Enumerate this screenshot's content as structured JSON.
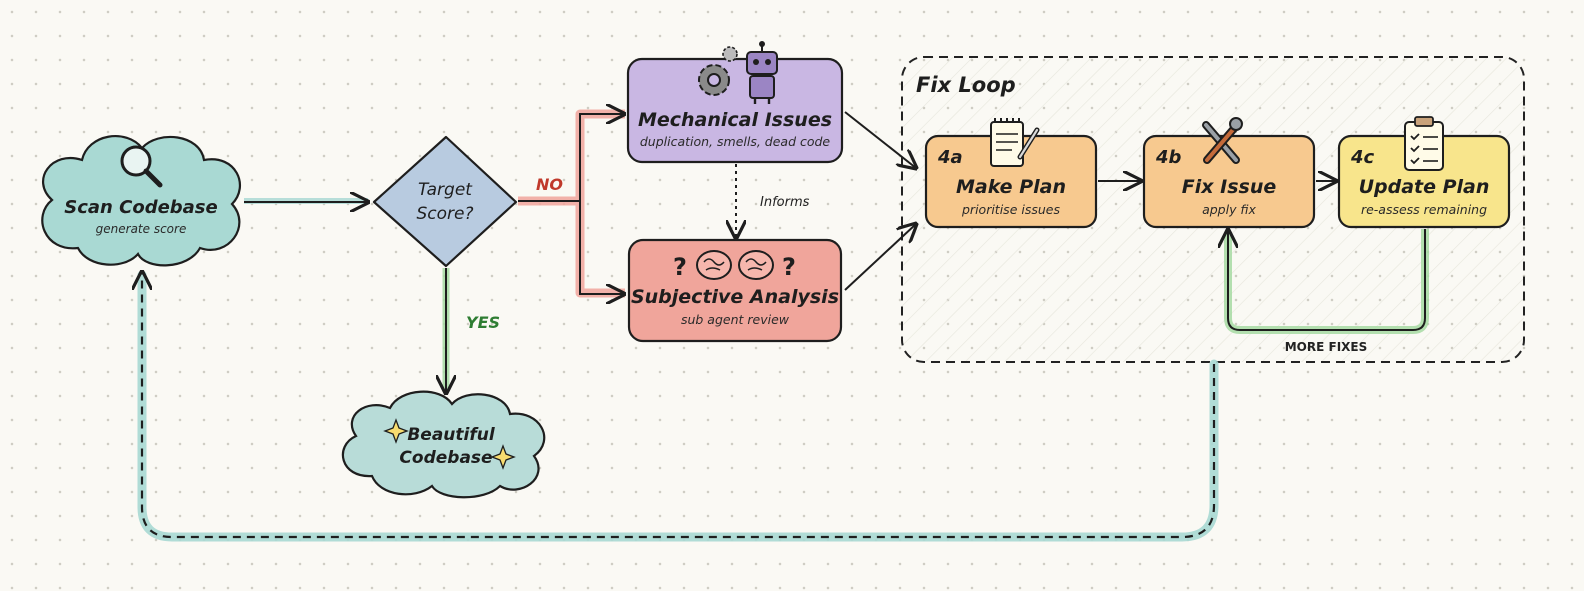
{
  "colors": {
    "cloud_teal": "#a9d9d3",
    "diamond_blue": "#b8cbe0",
    "purple": "#c9b7e3",
    "red": "#f0a59b",
    "orange": "#f7c98f",
    "yellow": "#f8e58c",
    "no_red": "#c0392b",
    "yes_green": "#2e7d32",
    "loop_teal": "#a7d8d3",
    "green_highlight": "#a6dba2"
  },
  "nodes": {
    "scan": {
      "title": "Scan Codebase",
      "subtitle": "generate score",
      "icon": "magnifier-icon"
    },
    "decision": {
      "line1": "Target",
      "line2": "Score?"
    },
    "mechanical": {
      "title": "Mechanical Issues",
      "subtitle": "duplication, smells, dead code",
      "icon": "gear-robot-icon"
    },
    "subjective": {
      "title": "Subjective Analysis",
      "subtitle": "sub agent review",
      "icon": "brain-question-icon"
    },
    "beautiful": {
      "line1": "Beautiful",
      "line2": "Codebase",
      "icon": "sparkle-icon"
    }
  },
  "edges": {
    "no_label": "NO",
    "yes_label": "YES",
    "informs_label": "Informs",
    "more_fixes_label": "MORE FIXES"
  },
  "fix_loop": {
    "title": "Fix Loop",
    "steps": [
      {
        "num": "4a",
        "title": "Make Plan",
        "subtitle": "prioritise issues",
        "icon": "notepad-icon"
      },
      {
        "num": "4b",
        "title": "Fix Issue",
        "subtitle": "apply fix",
        "icon": "tools-icon"
      },
      {
        "num": "4c",
        "title": "Update Plan",
        "subtitle": "re-assess remaining",
        "icon": "clipboard-icon"
      }
    ]
  }
}
